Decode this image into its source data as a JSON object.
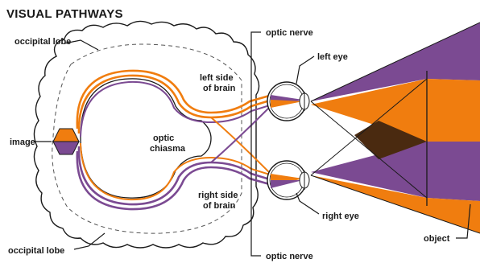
{
  "title": "VISUAL PATHWAYS",
  "labels": {
    "occipital_lobe_top": "occipital lobe",
    "occipital_lobe_bottom": "occipital lobe",
    "image": "image",
    "optic_chiasma_line1": "optic",
    "optic_chiasma_line2": "chiasma",
    "left_side_line1": "left side",
    "left_side_line2": "of brain",
    "right_side_line1": "right side",
    "right_side_line2": "of brain",
    "optic_nerve_top": "optic nerve",
    "optic_nerve_bottom": "optic nerve",
    "left_eye": "left eye",
    "right_eye": "right eye",
    "object": "object"
  },
  "colors": {
    "purple": "#7b4a92",
    "orange": "#f07d0f",
    "dark_overlap": "#4a2a10",
    "outline": "#1a1a1a",
    "brain_fill": "#ffffff"
  }
}
